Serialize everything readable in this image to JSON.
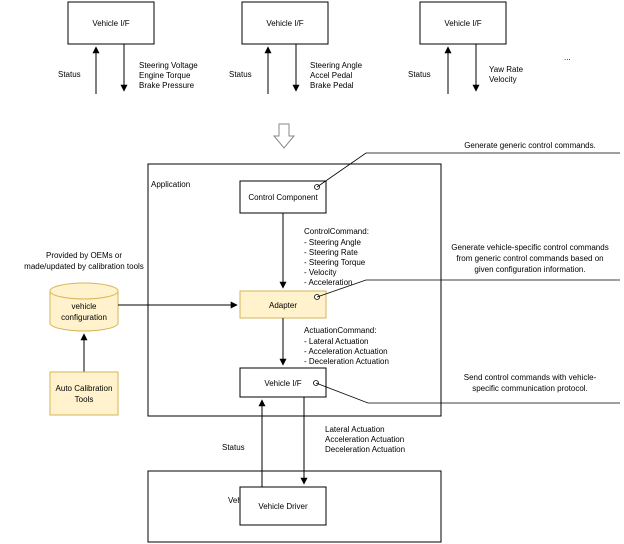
{
  "top": {
    "blocks": [
      {
        "label": "Vehicle I/F",
        "status": "Status",
        "signals": [
          "Steering Voltage",
          "Engine Torque",
          "Brake Pressure"
        ]
      },
      {
        "label": "Vehicle I/F",
        "status": "Status",
        "signals": [
          "Steering Angle",
          "Accel Pedal",
          "Brake Pedal"
        ]
      },
      {
        "label": "Vehicle I/F",
        "status": "Status",
        "signals": [
          "Yaw Rate",
          "Velocity"
        ]
      }
    ],
    "ellipsis": "..."
  },
  "application": {
    "label": "Application",
    "control_component": "Control Component",
    "control_command": [
      "ControlCommand:",
      "- Steering Angle",
      "- Steering Rate",
      "- Steering Torque",
      "- Velocity",
      "- Acceleration"
    ],
    "adapter": "Adapter",
    "actuation_command": [
      "ActuationCommand:",
      "- Lateral Actuation",
      "- Acceleration Actuation",
      "- Deceleration Actuation"
    ],
    "vehicle_if": "Vehicle I/F"
  },
  "left": {
    "provided_by": [
      "Provided by OEMs or",
      "made/updated by calibration tools"
    ],
    "vehicle_config": [
      "vehicle",
      "configuration"
    ],
    "auto_calibration": [
      "Auto Calibration",
      "Tools"
    ]
  },
  "notes": {
    "control": [
      "Generate generic control commands."
    ],
    "adapter": [
      "Generate vehicle-specific control commands",
      "from generic control commands based on",
      "given configuration information."
    ],
    "vehicle_if": [
      "Send control commands with vehicle-",
      "specific communication protocol."
    ]
  },
  "bottom": {
    "status": "Status",
    "actuation": [
      "Lateral Actuation",
      "Acceleration Actuation",
      "Deceleration Actuation"
    ],
    "vehicle_label": "Vehi",
    "vehicle_driver": "Vehicle Driver"
  }
}
